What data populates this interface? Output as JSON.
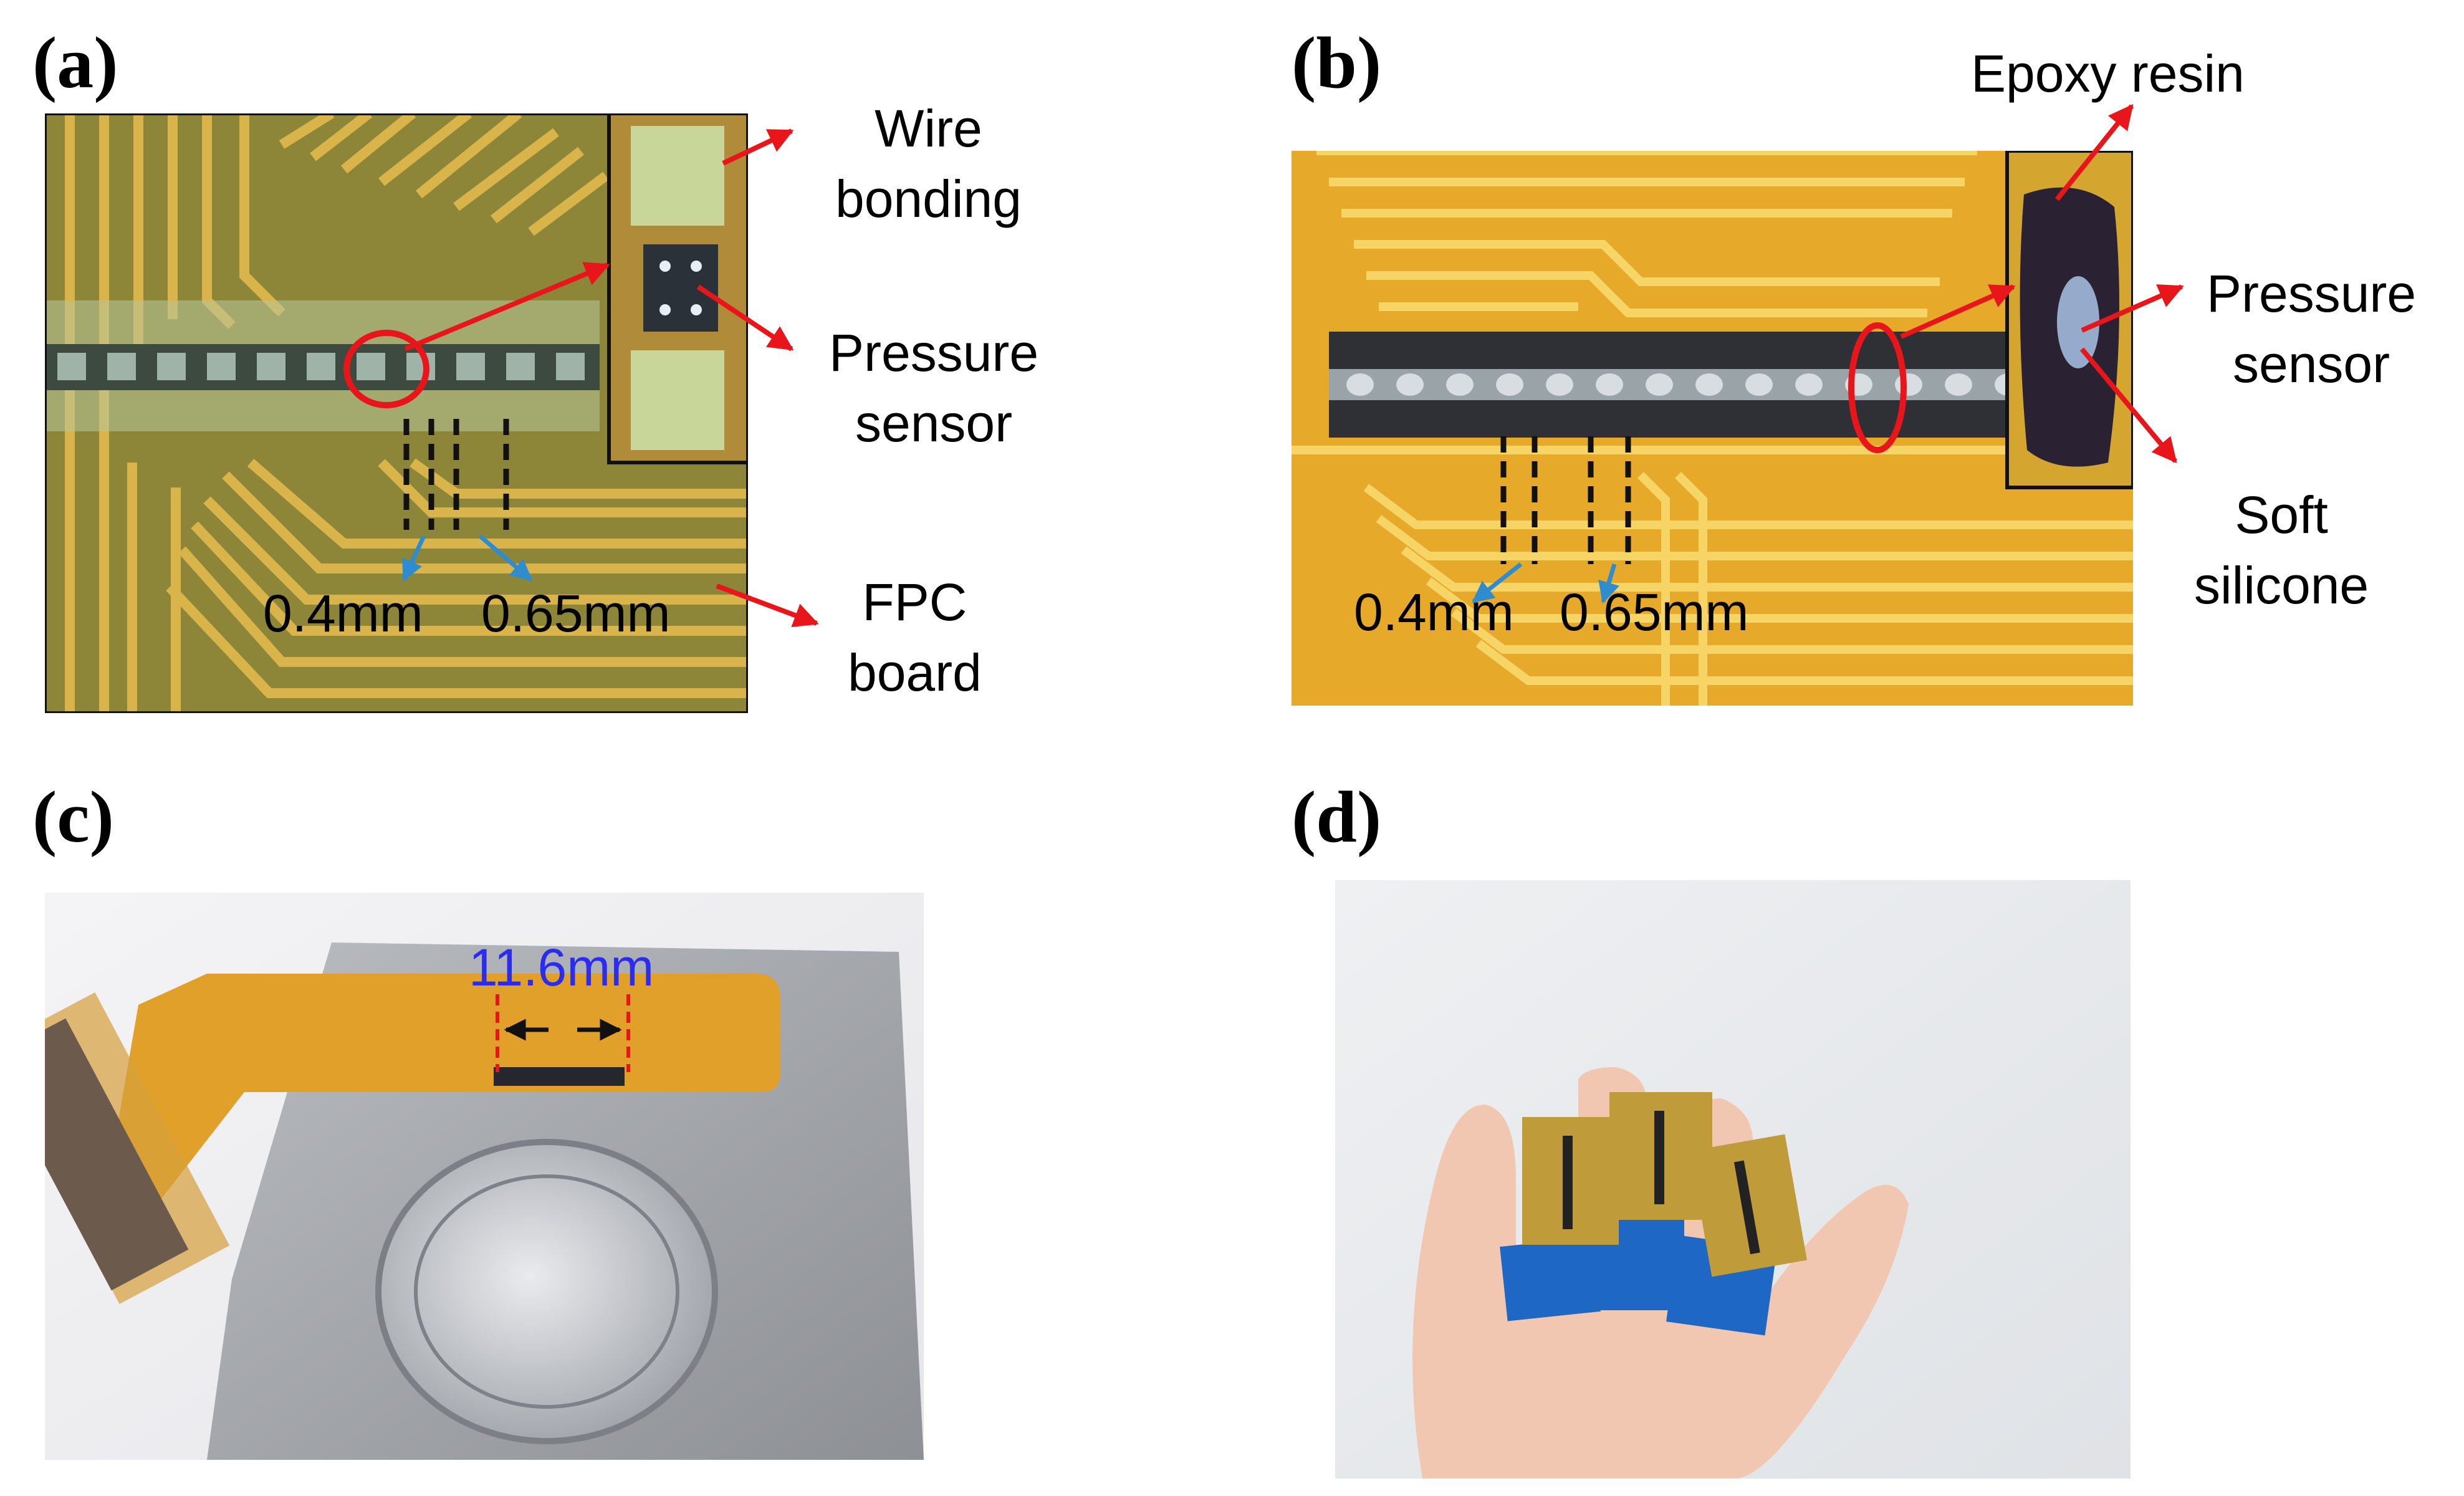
{
  "panels": {
    "a": {
      "label": "(a)",
      "annotations": {
        "wire_bonding": "Wire\nbonding",
        "pressure_sensor": "Pressure\nsensor",
        "fpc_board": "FPC\nboard"
      },
      "dimensions": {
        "pitch_small": "0.4mm",
        "pitch_large": "0.65mm"
      }
    },
    "b": {
      "label": "(b)",
      "annotations": {
        "epoxy_resin": "Epoxy resin",
        "pressure_sensor": "Pressure\nsensor",
        "soft_silicone": "Soft\nsilicone"
      },
      "dimensions": {
        "pitch_small": "0.4mm",
        "pitch_large": "0.65mm"
      }
    },
    "c": {
      "label": "(c)",
      "dimension": "11.6mm"
    },
    "d": {
      "label": "(d)"
    }
  },
  "colors": {
    "arrow_red": "#e8151b",
    "arrow_blue": "#2f8ccf",
    "dimension_blue": "#2c2cf0",
    "highlight_red": "#e8151b"
  }
}
